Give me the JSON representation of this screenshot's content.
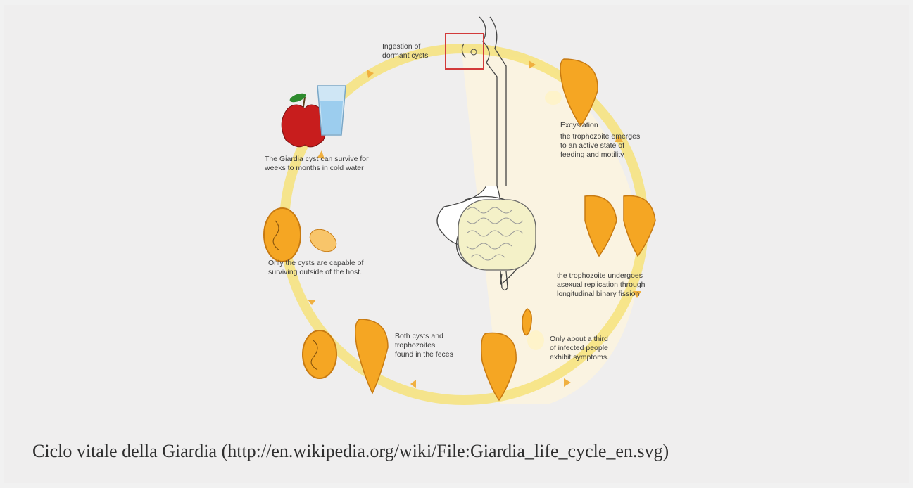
{
  "figure": {
    "labels": {
      "ingestion": "Ingestion of\ndormant cysts",
      "excystation_title": "Excystation",
      "excystation_text": "the trophozoite emerges\nto an active state of\nfeeding and motility",
      "replication": "the trophozoite undergoes\nasexual replication through\nlongitudinal binary fission",
      "symptoms": "Only about a third\nof infected people\nexhibit symptoms.",
      "feces": "Both cysts and\ntrophozoites\nfound in the feces",
      "outside_host": "Only the cysts are capable of\nsurviving outside of the host.",
      "cold_water": "The Giardia cyst can survive for\nweeks to months in cold water"
    },
    "colors": {
      "cycle_ring": "#f6e27a",
      "organism_fill": "#f5a623",
      "organism_outline": "#c77a12",
      "highlight_box": "#d23a3a",
      "intestine": "#f4f1c8",
      "apple": "#c81d1d"
    },
    "icons": [
      "apple-icon",
      "water-glass-icon",
      "digestive-tract-icon",
      "cyst-icon",
      "trophozoite-icon"
    ]
  },
  "caption": "Ciclo vitale della Giardia (http://en.wikipedia.org/wiki/File:Giardia_life_cycle_en.svg)"
}
